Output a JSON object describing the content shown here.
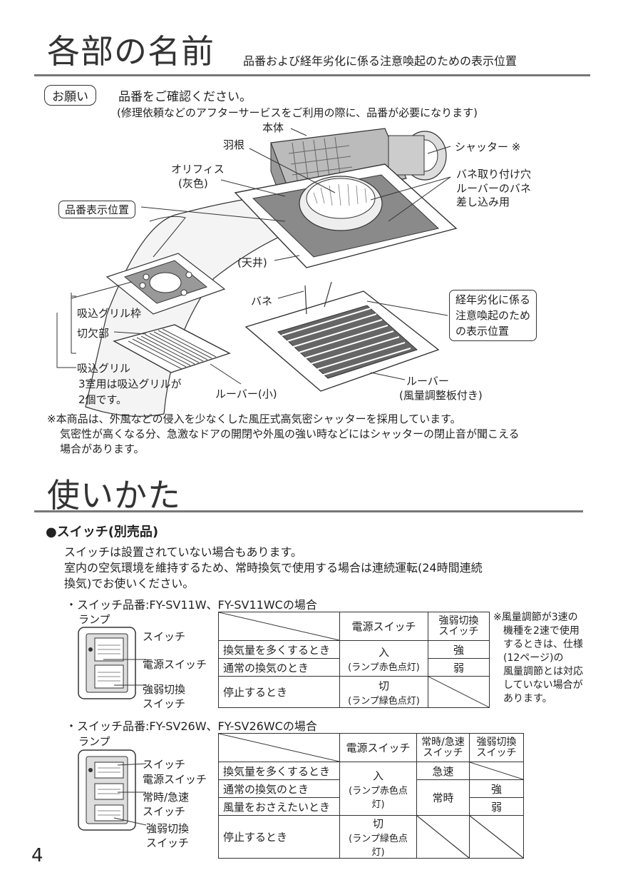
{
  "section1": {
    "title": "各部の名前",
    "subtitle": "品番および経年劣化に係る注意喚起のための表示位置"
  },
  "notice": {
    "badge": "お願い",
    "headline": "品番をご確認ください。",
    "detail": "(修理依頼などのアフターサービスをご利用の際に、品番が必要になります)"
  },
  "diagram": {
    "labels": {
      "body": "本体",
      "fan": "羽根",
      "orifice": "オリフィス",
      "orifice_note": "(灰色)",
      "shutter": "シャッター ※",
      "spring_hole": "バネ取り付け穴",
      "spring_hole_note1": "ルーバーのバネ",
      "spring_hole_note2": "差し込み用",
      "model_position": "品番表示位置",
      "ceiling": "(天井)",
      "spring": "バネ",
      "aging_line1": "経年劣化に係る",
      "aging_line2": "注意喚起のため",
      "aging_line3": "の表示位置",
      "grille_frame": "吸込グリル枠",
      "notch": "切欠部",
      "grille": "吸込グリル",
      "grille_note1": "3室用は吸込グリルが",
      "grille_note2": "2個です。",
      "louver_small": "ルーバー(小)",
      "louver": "ルーバー",
      "louver_note": "(風量調整板付き)"
    }
  },
  "footnote": {
    "line1": "※本商品は、外風などの侵入を少なくした風圧式高気密シャッターを採用しています。",
    "line2": "気密性が高くなる分、急激なドアの開閉や外風の強い時などにはシャッターの閉止音が聞こえる",
    "line3": "場合があります。"
  },
  "section2": {
    "title": "使いかた",
    "switch_heading": "●スイッチ(別売品)",
    "intro1": "スイッチは設置されていない場合もあります。",
    "intro2": "室内の空気環境を維持するため、常時換気で使用する場合は連続運転(24時間連続",
    "intro3": "換気)でお使いください。"
  },
  "switch1": {
    "caption": "・スイッチ品番:FY-SV11W、FY-SV11WCの場合",
    "labels": {
      "lamp": "ランプ",
      "switch": "スイッチ",
      "power": "電源スイッチ",
      "strength1": "強弱切換",
      "strength2": "スイッチ"
    },
    "table": {
      "head_power": "電源スイッチ",
      "head_strong1": "強弱切換",
      "head_strong2": "スイッチ",
      "row1": "換気量を多くするとき",
      "row2": "通常の換気のとき",
      "row3": "停止するとき",
      "on": "入",
      "on_note": "(ランプ赤色点灯)",
      "strong": "強",
      "weak": "弱",
      "off": "切",
      "off_note": "(ランプ緑色点灯)"
    },
    "note": [
      "※風量調節が3速の",
      "機種を2速で使用",
      "するときは、仕様",
      "(12ページ)の",
      "風量調節とは対応",
      "していない場合が",
      "あります。"
    ]
  },
  "switch2": {
    "caption": "・スイッチ品番:FY-SV26W、FY-SV26WCの場合",
    "labels": {
      "lamp": "ランプ",
      "switch": "スイッチ",
      "power": "電源スイッチ",
      "rapid1": "常時/急速",
      "rapid2": "スイッチ",
      "strength1": "強弱切換",
      "strength2": "スイッチ"
    },
    "table": {
      "head_power": "電源スイッチ",
      "head_rapid1": "常時/急速",
      "head_rapid2": "スイッチ",
      "head_strong1": "強弱切換",
      "head_strong2": "スイッチ",
      "row1": "換気量を多くするとき",
      "row2": "通常の換気のとき",
      "row3": "風量をおさえたいとき",
      "row4": "停止するとき",
      "on": "入",
      "on_note": "(ランプ赤色点灯)",
      "rapid": "急速",
      "constant": "常時",
      "strong": "強",
      "weak": "弱",
      "off": "切",
      "off_note": "(ランプ緑色点灯)"
    }
  },
  "page_number": "4"
}
